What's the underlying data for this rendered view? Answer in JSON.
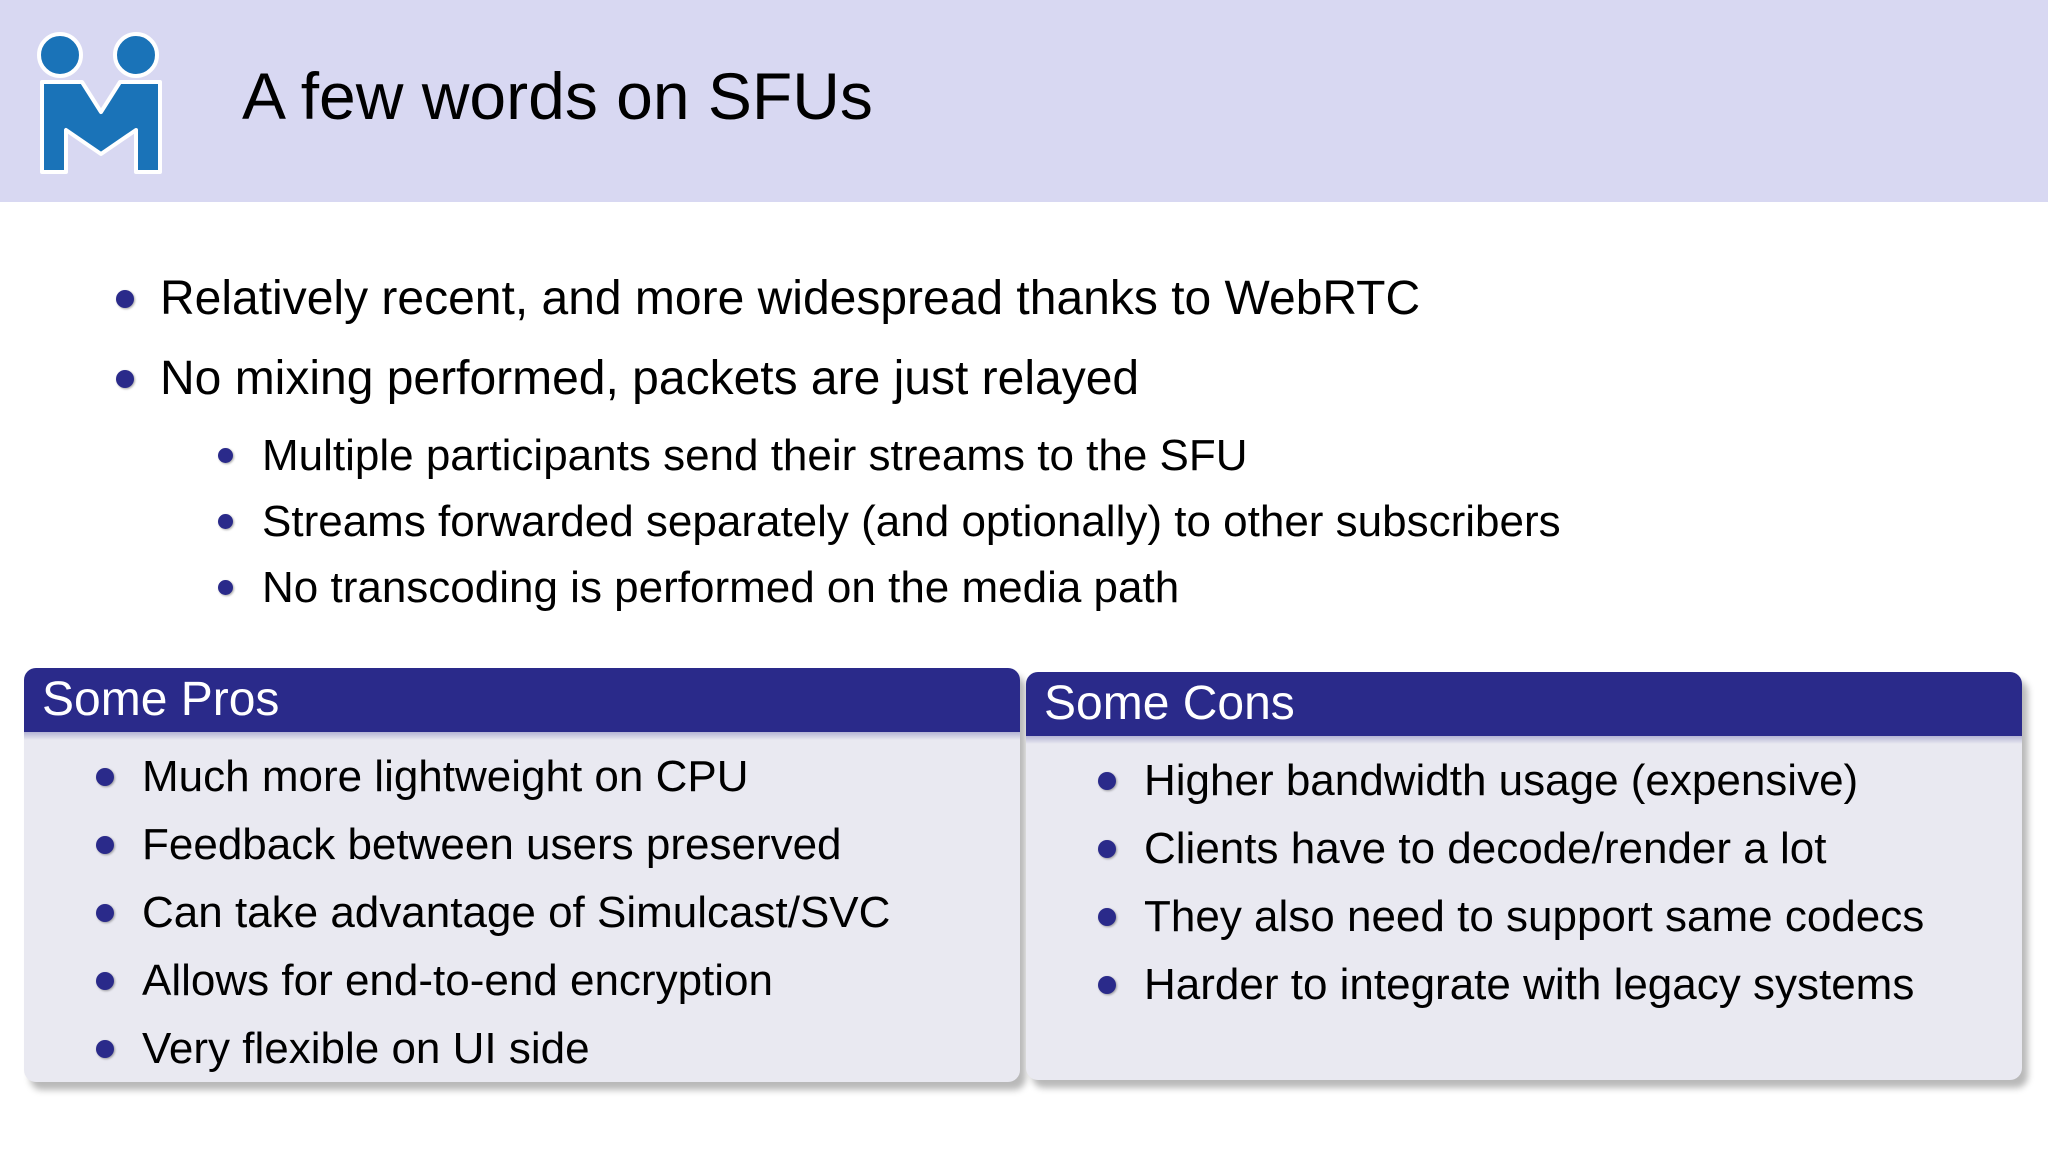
{
  "slide": {
    "title": "A few words on SFUs",
    "logo_icon": "meetecho-logo-icon",
    "colors": {
      "header_bg": "#d8d8f2",
      "accent": "#2a2a8a",
      "logo_blue": "#1a73b8",
      "block_bg": "#e9e9f1"
    }
  },
  "main": {
    "bullets": [
      {
        "text": "Relatively recent, and more widespread thanks to WebRTC"
      },
      {
        "text": "No mixing performed, packets are just relayed",
        "sub": [
          {
            "text": "Multiple participants send their streams to the SFU"
          },
          {
            "text": "Streams forwarded separately (and optionally) to other subscribers"
          },
          {
            "text": "No transcoding is performed on the media path"
          }
        ]
      }
    ]
  },
  "pros": {
    "heading": "Some Pros",
    "items": [
      {
        "text": "Much more lightweight on CPU"
      },
      {
        "text": "Feedback between users preserved"
      },
      {
        "text": "Can take advantage of Simulcast/SVC"
      },
      {
        "text": "Allows for end-to-end encryption"
      },
      {
        "text": "Very flexible on UI side"
      }
    ]
  },
  "cons": {
    "heading": "Some Cons",
    "items": [
      {
        "text": "Higher bandwidth usage (expensive)"
      },
      {
        "text": "Clients have to decode/render a lot"
      },
      {
        "text": "They also need to support same codecs"
      },
      {
        "text": "Harder to integrate with legacy systems"
      }
    ]
  }
}
